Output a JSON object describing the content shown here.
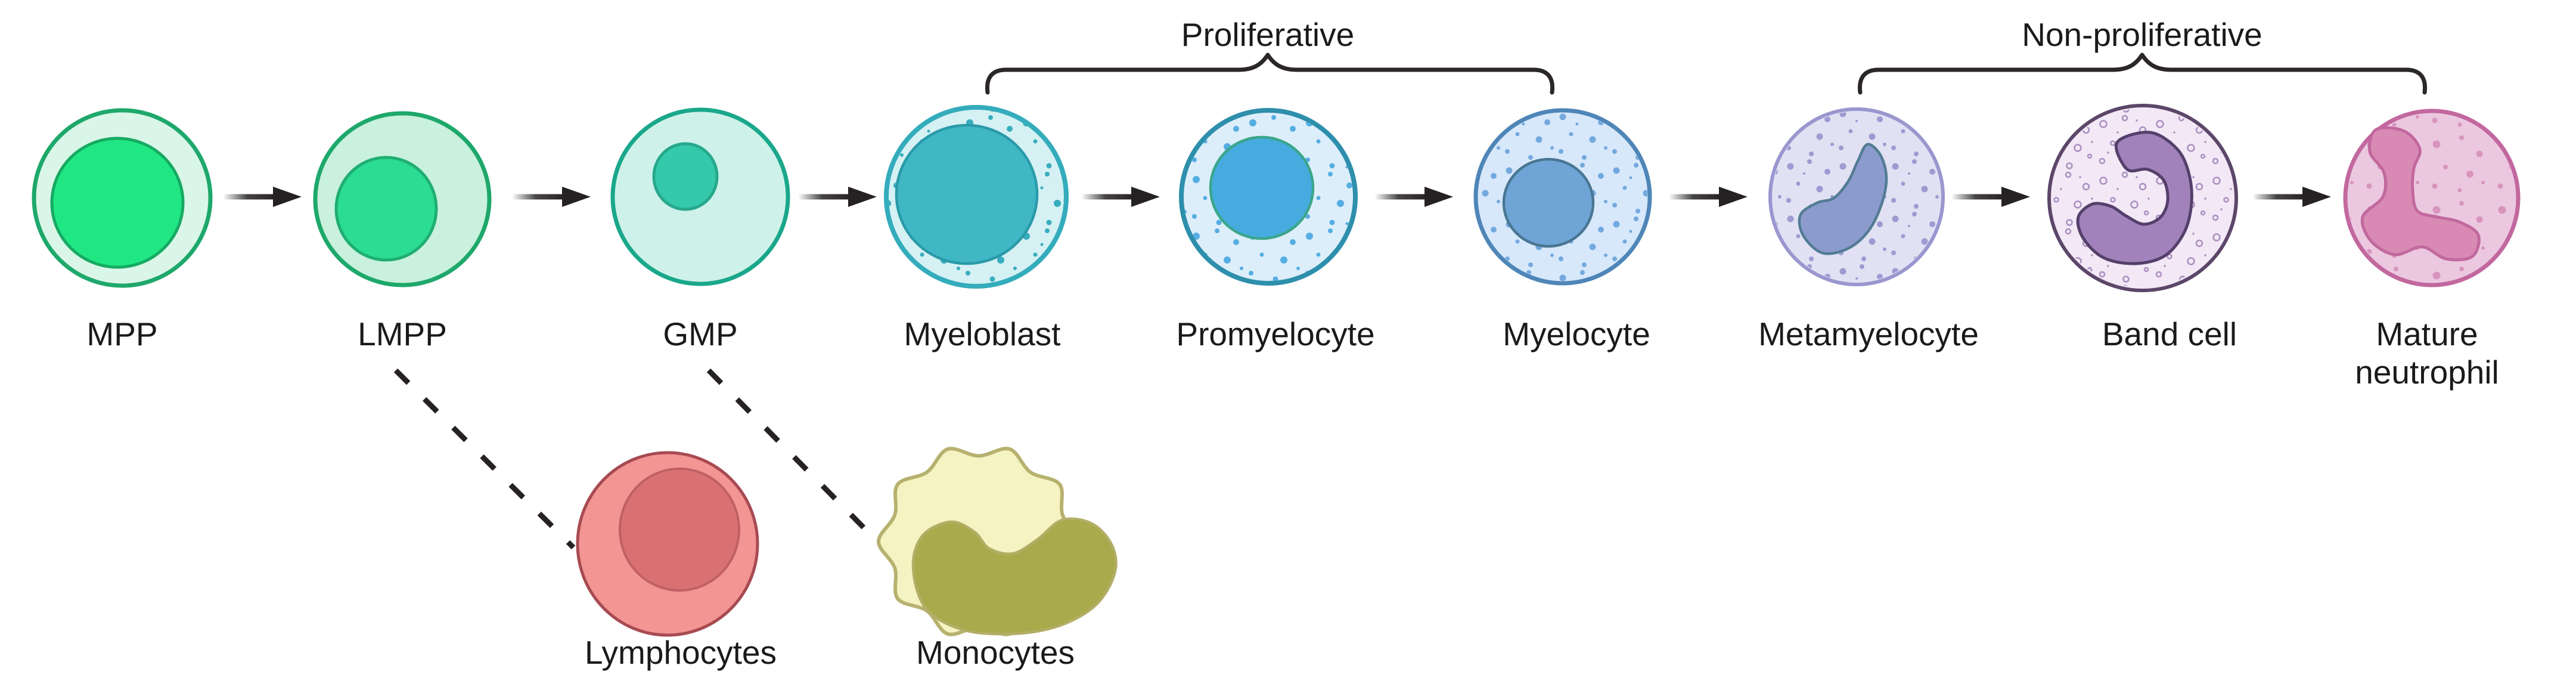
{
  "diagram": {
    "stages": [
      {
        "id": "mpp",
        "label": "MPP"
      },
      {
        "id": "lmpp",
        "label": "LMPP"
      },
      {
        "id": "gmp",
        "label": "GMP"
      },
      {
        "id": "myeloblast",
        "label": "Myeloblast"
      },
      {
        "id": "promyelocyte",
        "label": "Promyelocyte"
      },
      {
        "id": "myelocyte",
        "label": "Myelocyte"
      },
      {
        "id": "metamyelocyte",
        "label": "Metamyelocyte"
      },
      {
        "id": "band-cell",
        "label": "Band cell"
      },
      {
        "id": "mature-neutrophil",
        "label": "Mature neutrophil"
      }
    ],
    "phases": [
      {
        "id": "proliferative",
        "label": "Proliferative",
        "spans": [
          "Myeloblast",
          "Promyelocyte",
          "Myelocyte"
        ]
      },
      {
        "id": "non-proliferative",
        "label": "Non-proliferative",
        "spans": [
          "Metamyelocyte",
          "Band cell",
          "Mature neutrophil"
        ]
      }
    ],
    "branches": [
      {
        "id": "lymphocytes",
        "label": "Lymphocytes",
        "from": "LMPP",
        "connector": "dashed"
      },
      {
        "id": "monocytes",
        "label": "Monocytes",
        "from": "GMP",
        "connector": "dashed"
      }
    ],
    "palette": {
      "text": "#1c191b",
      "arrow": "#262223",
      "bracket": "#2b2728",
      "mpp_cytoplasm": "#daf6e8",
      "mpp_nucleus": "#20e784",
      "mpp_membrane": "#1ea86b",
      "lmpp_cytoplasm": "#c9f1dd",
      "lmpp_nucleus": "#2bdc93",
      "gmp_cytoplasm": "#cef2e9",
      "gmp_nucleus": "#35c9ab",
      "gmp_membrane": "#1aa78b",
      "myeloblast_cytoplasm": "#d5f1f4",
      "myeloblast_nucleus": "#40b7c4",
      "myeloblast_membrane": "#34acbc",
      "promyelocyte_cytoplasm": "#ddeefb",
      "promyelocyte_nucleus": "#46abdf",
      "promyelocyte_membrane": "#2e8fac",
      "myelocyte_cytoplasm": "#d7e8fb",
      "myelocyte_nucleus": "#6fa4d6",
      "myelocyte_membrane": "#4f86b8",
      "metamyelocyte_cytoplasm": "#e1e1f3",
      "metamyelocyte_nucleus": "#8c9bcd",
      "metamyelocyte_membrane": "#9a96cf",
      "band_cytoplasm": "#f3e8f6",
      "band_nucleus": "#a182ba",
      "band_membrane": "#5c4669",
      "mature_cytoplasm": "#ecc8e0",
      "mature_nucleus": "#d88ab4",
      "mature_membrane": "#c2689f",
      "lymphocyte_cytoplasm": "#f29593",
      "lymphocyte_nucleus": "#d97173",
      "lymphocyte_membrane": "#a84a52",
      "monocyte_cytoplasm": "#f5f3c1",
      "monocyte_nucleus": "#a8aa4b",
      "monocyte_membrane": "#b7b170"
    }
  }
}
